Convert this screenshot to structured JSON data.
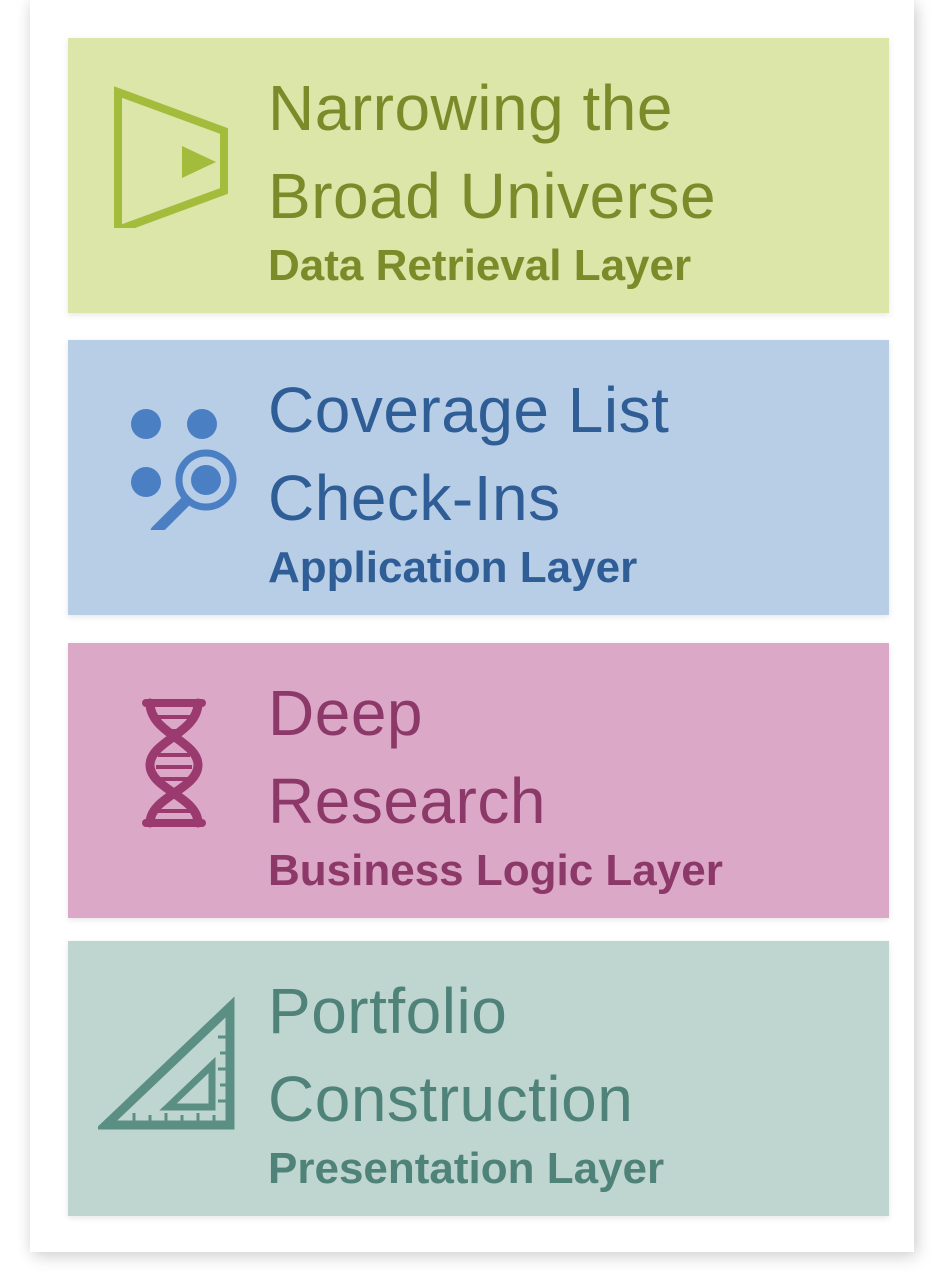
{
  "layers": [
    {
      "title_line1": "Narrowing the",
      "title_line2": "Broad Universe",
      "subtitle": "Data Retrieval Layer",
      "icon": "play-funnel-icon",
      "bg_color": "#dce6a8",
      "text_color": "#7b8b2a",
      "icon_color": "#a3bc3b"
    },
    {
      "title_line1": "Coverage List",
      "title_line2": "Check-Ins",
      "subtitle": "Application Layer",
      "icon": "magnifier-dots-icon",
      "bg_color": "#b8cde6",
      "text_color": "#2f5d96",
      "icon_color": "#4a7fc4"
    },
    {
      "title_line1": "Deep",
      "title_line2": "Research",
      "subtitle": "Business Logic Layer",
      "icon": "dna-icon",
      "bg_color": "#dba8c8",
      "text_color": "#8c3868",
      "icon_color": "#9b3a6f"
    },
    {
      "title_line1": "Portfolio",
      "title_line2": "Construction",
      "subtitle": "Presentation Layer",
      "icon": "triangle-ruler-icon",
      "bg_color": "#bfd5d0",
      "text_color": "#4f8278",
      "icon_color": "#5b8f84"
    }
  ]
}
